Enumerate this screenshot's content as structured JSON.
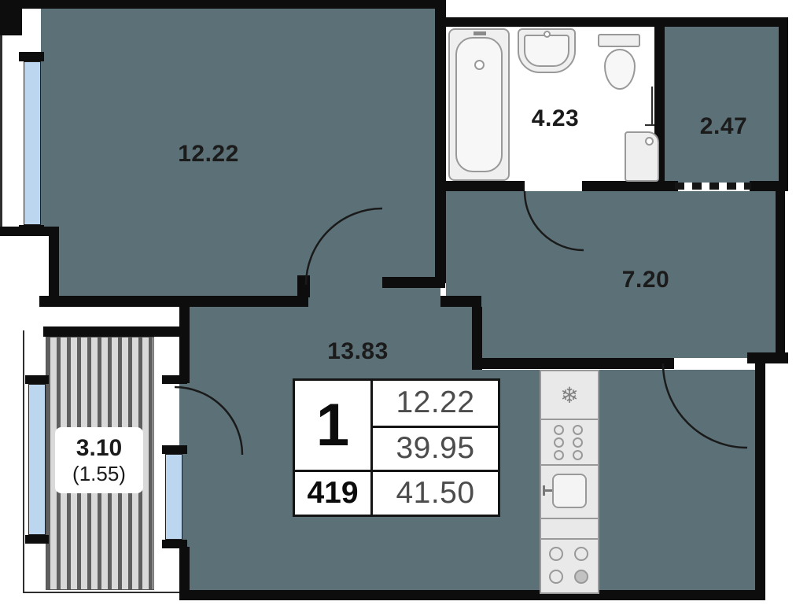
{
  "colors": {
    "room_fill": "#5C7177",
    "wall": "#0D0D0D",
    "window_glass": "#BCD6F0",
    "fixture_stroke": "#999999",
    "balcony_hatch_dark": "#5F5F5F",
    "balcony_hatch_light": "#D9D9D9",
    "label_text": "#1B1B1B"
  },
  "rooms": {
    "living": {
      "area_label": "12.22"
    },
    "bathroom": {
      "area_label": "4.23"
    },
    "wardrobe": {
      "area_label": "2.47"
    },
    "hallway": {
      "area_label": "7.20"
    },
    "main": {
      "area_label": "13.83"
    },
    "balcony": {
      "area_label": "3.10",
      "area_reduced_label": "(1.55)"
    }
  },
  "info_table": {
    "rooms_count": "1",
    "living_area": "12.22",
    "living_plus_aux_area": "39.95",
    "apartment_number": "419",
    "total_area": "41.50"
  },
  "icons": {
    "fridge": "❄"
  },
  "fixtures": {
    "bathtub": "css-shape",
    "washbasin": "css-shape",
    "toilet": "css-shape",
    "water_heater": "css-shape",
    "fridge": "snowflake-glyph",
    "kitchen_sink": "css-shape",
    "stove": "css-shape"
  }
}
